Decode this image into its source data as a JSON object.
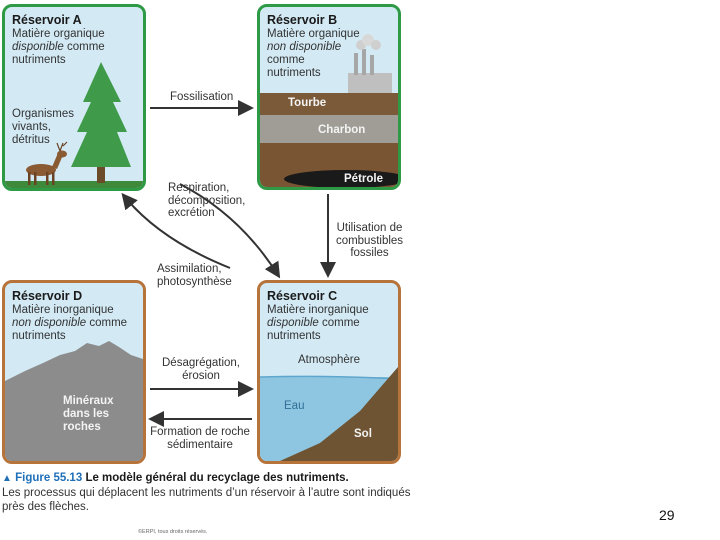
{
  "reservoirs": {
    "a": {
      "title": "Réservoir A",
      "desc_line1": "Matière organique",
      "desc_emph": "disponible",
      "desc_after": " comme",
      "desc_line3": "nutriments",
      "label_organisms": "Organismes vivants, détritus"
    },
    "b": {
      "title": "Réservoir B",
      "desc_line1": "Matière organique",
      "desc_emph": "non disponible",
      "desc_line3": "comme",
      "desc_line4": "nutriments",
      "layer_peat": "Tourbe",
      "layer_coal": "Charbon",
      "layer_oil": "Pétrole"
    },
    "c": {
      "title": "Réservoir C",
      "desc_line1": "Matière inorganique",
      "desc_emph": "disponible",
      "desc_after": " comme",
      "desc_line3": "nutriments",
      "label_atmosphere": "Atmosphère",
      "label_water": "Eau",
      "label_soil": "Sol"
    },
    "d": {
      "title": "Réservoir D",
      "desc_line1": "Matière inorganique",
      "desc_emph": "non disponible",
      "desc_after": " comme",
      "desc_line3": "nutriments",
      "label_minerals": "Minéraux dans les roches"
    }
  },
  "processes": {
    "fossilisation": "Fossilisation",
    "respiration": "Respiration, décomposition, excrétion",
    "assimilation": "Assimilation, photosynthèse",
    "fuels": "Utilisation de combustibles fossiles",
    "weathering": "Désagrégation, érosion",
    "sedimentary": "Formation de roche sédimentaire"
  },
  "caption": {
    "triangle": "▲",
    "figure_number": "Figure 55.13",
    "figure_title": "Le modèle général du recyclage des nutriments.",
    "text": "Les processus qui déplacent les nutriments d’un réservoir à l’autre sont indiqués près des flèches."
  },
  "copyright": "©ERPI, tous droits réservés.",
  "page_number": "29",
  "colors": {
    "green_border": "#2e9a45",
    "brown_border": "#b6743b",
    "sky": "#d3eaf5",
    "tree": "#3f9a4a",
    "ground": "#6b4b2a",
    "rock": "#8c8c8c",
    "water": "#8ec6e2",
    "accent_blue": "#1f6fb8"
  }
}
